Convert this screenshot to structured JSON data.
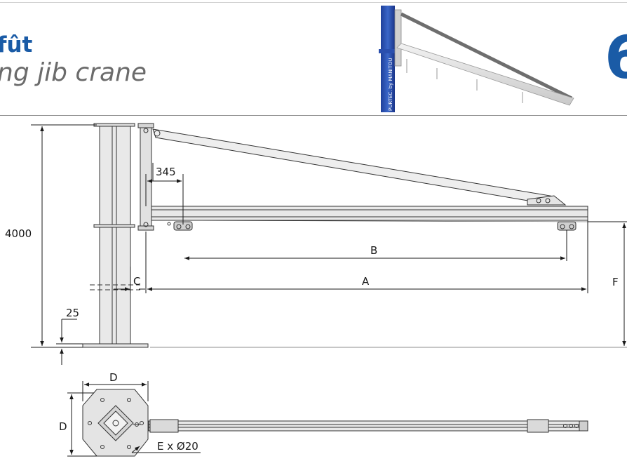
{
  "header": {
    "title_fr": "fût",
    "title_en": "ng jib crane",
    "page_number": "6",
    "brand_text": "PURTEC. by MANITOU"
  },
  "dimensions": {
    "height": "4000",
    "offset_345": "345",
    "label_a": "A",
    "label_b": "B",
    "label_c": "C",
    "label_d_top": "D",
    "label_d_side": "D",
    "label_e": "E x Ø20",
    "label_f": "F",
    "base_25": "25"
  },
  "colors": {
    "brand_blue": "#1a5ba6",
    "steel": "#e6e6e6",
    "outline": "#333333"
  }
}
